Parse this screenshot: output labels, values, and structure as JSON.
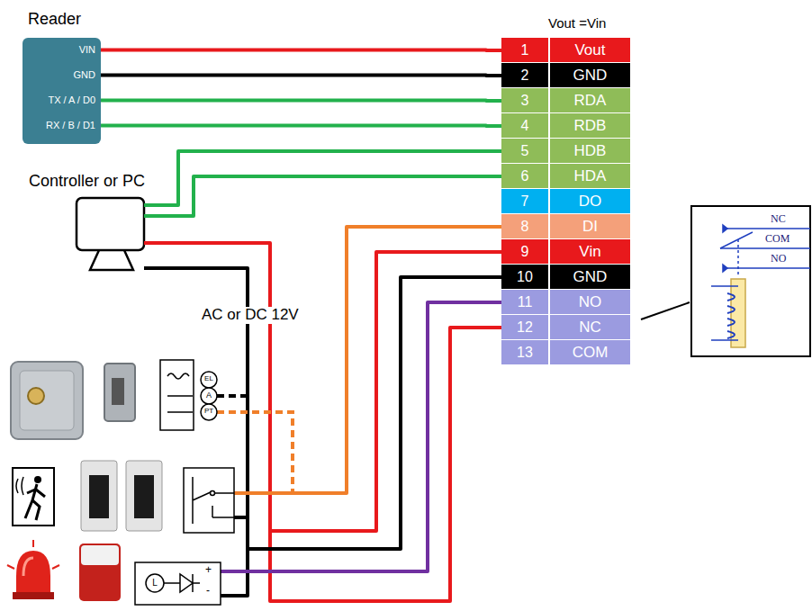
{
  "diagram": {
    "nodes": [
      {
        "text": [
          "Reader",
          "VIN",
          "GND",
          "TX / A / D0",
          "RX / B / D1"
        ]
      },
      {
        "text": [
          "Controller or PC"
        ]
      },
      {
        "text": [
          "Vout =Vin"
        ]
      },
      {
        "text": [
          "1",
          "Vout"
        ],
        "in": 2
      },
      {
        "text": [
          "2",
          "GND"
        ],
        "in": 2
      },
      {
        "text": [
          "3",
          "RDA"
        ],
        "in": 2
      },
      {
        "text": [
          "4",
          "RDB"
        ],
        "in": 2
      },
      {
        "text": [
          "5",
          "HDB"
        ],
        "in": 2
      },
      {
        "text": [
          "6",
          "HDA"
        ],
        "in": 2
      },
      {
        "text": [
          "7",
          "DO"
        ],
        "in": 2
      },
      {
        "text": [
          "8",
          "DI"
        ],
        "in": 2
      },
      {
        "text": [
          "9",
          "Vin"
        ],
        "in": 2
      },
      {
        "text": [
          "10",
          "GND"
        ],
        "in": 2
      },
      {
        "text": [
          "11",
          "NO"
        ],
        "in": 2
      },
      {
        "text": [
          "12",
          "NC"
        ],
        "in": 2
      },
      {
        "text": [
          "13",
          "COM"
        ],
        "in": 2
      }
    ],
    "edges": [
      {
        "from": 0,
        "to": 3,
        "arrow": "none"
      },
      {
        "from": 0,
        "to": 4,
        "arrow": "none"
      },
      {
        "from": 0,
        "to": 5,
        "arrow": "none"
      },
      {
        "from": 0,
        "to": 6,
        "arrow": "none"
      },
      {
        "from": 1,
        "to": 7,
        "arrow": "none"
      },
      {
        "from": 1,
        "to": 8,
        "arrow": "none"
      }
    ],
    "labels": [
      "AC or DC 12V",
      "EL",
      "A",
      "PT",
      "L",
      "+",
      "-",
      "NC",
      "COM",
      "NO"
    ]
  }
}
